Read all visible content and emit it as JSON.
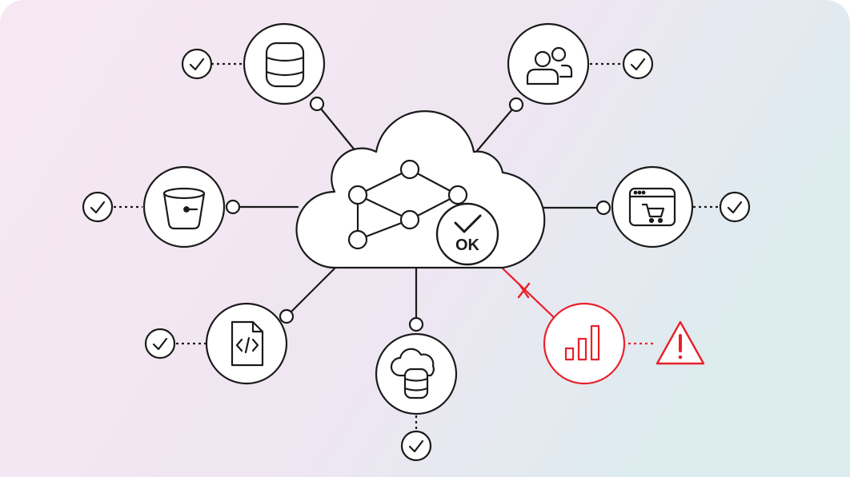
{
  "colors": {
    "ink": "#1a1a1a",
    "alert": "#e8202a",
    "bg_left": "#f6e8f3",
    "bg_mid": "#efe5f1",
    "bg_right": "#dcecef",
    "node_fill": "#ffffff"
  },
  "hub": {
    "status_label": "OK",
    "status": "ok"
  },
  "nodes": [
    {
      "id": "database",
      "icon": "database-icon",
      "status": "ok"
    },
    {
      "id": "users",
      "icon": "users-icon",
      "status": "ok"
    },
    {
      "id": "storage-bucket",
      "icon": "bucket-icon",
      "status": "ok"
    },
    {
      "id": "ecommerce",
      "icon": "shopping-cart-icon",
      "status": "ok"
    },
    {
      "id": "code-file",
      "icon": "code-file-icon",
      "status": "ok"
    },
    {
      "id": "cloud-database",
      "icon": "cloud-database-icon",
      "status": "ok"
    },
    {
      "id": "analytics",
      "icon": "bar-chart-icon",
      "status": "error"
    }
  ]
}
